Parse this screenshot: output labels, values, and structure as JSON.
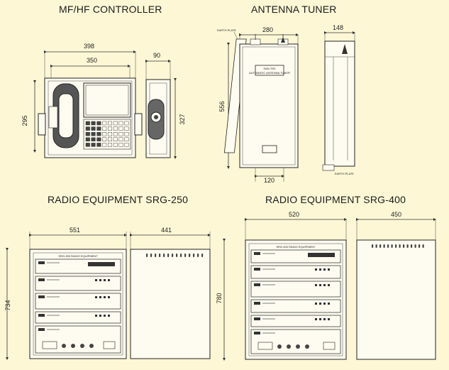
{
  "titles": {
    "controller": "MF/HF CONTROLLER",
    "tuner": "ANTENNA TUNER",
    "srg250": "RADIO EQUIPMENT SRG-250",
    "srg400": "RADIO EQUIPMENT SRG-400"
  },
  "controller_dims": {
    "width_outer": "398",
    "width_inner": "350",
    "depth": "90",
    "height_inner": "295",
    "height_outer": "327"
  },
  "tuner_dims": {
    "width": "280",
    "depth": "148",
    "height": "556",
    "mount": "120",
    "earth_top": "EARTH PLATE",
    "earth_bottom": "EARTH PLATE",
    "plate_line1": "SAN-TEK",
    "plate_line2": "AUTOMATIC ANTENNA TUNER"
  },
  "srg250_dims": {
    "width": "551",
    "depth": "441",
    "height": "734",
    "panel_header": "SRG-250 RADIO EQUIPMENT"
  },
  "srg400_dims": {
    "width": "520",
    "depth": "450",
    "height": "780",
    "panel_header": "SRG-400 RADIO EQUIPMENT"
  }
}
